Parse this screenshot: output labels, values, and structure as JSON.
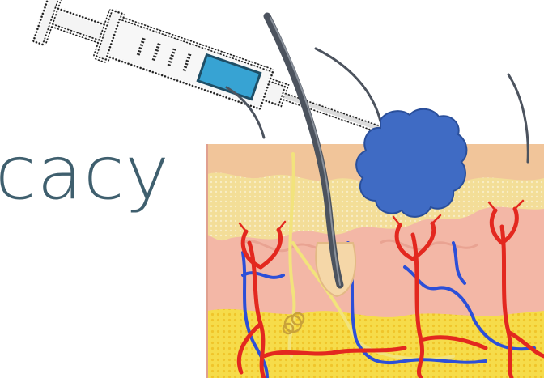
{
  "slide": {
    "title_fragment": "cacy"
  },
  "colors": {
    "title": "#3f5f6e",
    "syringe_liquid": "#37a3d3",
    "tumor": "#3f6bc4",
    "epidermis": "#f1c59a",
    "dermis": "#f3b7a6",
    "fat_layer": "#f6dc4a",
    "artery": "#e3281f",
    "vein": "#2c4fd8",
    "nerve": "#f2e37c",
    "hair": "#4c535e"
  },
  "icons": {
    "syringe": "syringe-icon",
    "skin_cross_section": "skin-cross-section-illustration",
    "tumor": "tumor-blob"
  }
}
